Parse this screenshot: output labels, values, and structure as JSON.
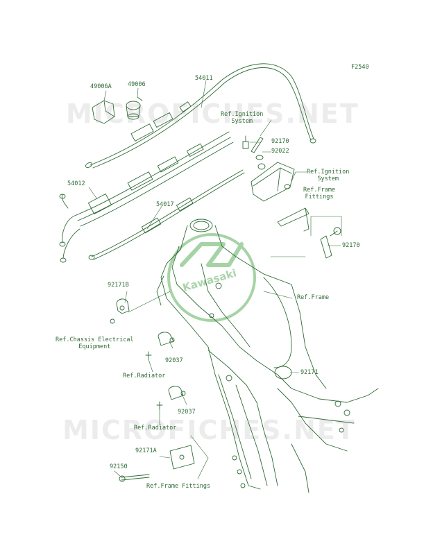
{
  "figure_code": "F2540",
  "watermark": "MICROFICHES.NET",
  "logo_text": "Kawasaki",
  "colors": {
    "ink": "#2f6b35",
    "watermark": "#9a9a9a",
    "logo": "#4aa04a"
  },
  "parts": {
    "p49006A": "49006A",
    "p49006": "49006",
    "p54011": "54011",
    "p54012": "54012",
    "p54017": "54017",
    "p92170a": "92170",
    "p92022": "92022",
    "p92170b": "92170",
    "p92171B": "92171B",
    "p92037a": "92037",
    "p92037b": "92037",
    "p92171": "92171",
    "p92171A": "92171A",
    "p92150": "92150"
  },
  "refs": {
    "ignition_top": "Ref.Ignition\nSystem",
    "ignition_right": "Ref.Ignition\nSystem",
    "frame_fittings_right": "Ref.Frame\nFittings",
    "frame": "Ref.Frame",
    "chassis_electrical": "Ref.Chassis Electrical\nEquipment",
    "radiator_1": "Ref.Radiator",
    "radiator_2": "Ref.Radiator",
    "frame_fittings_bottom": "Ref.Frame Fittings"
  }
}
